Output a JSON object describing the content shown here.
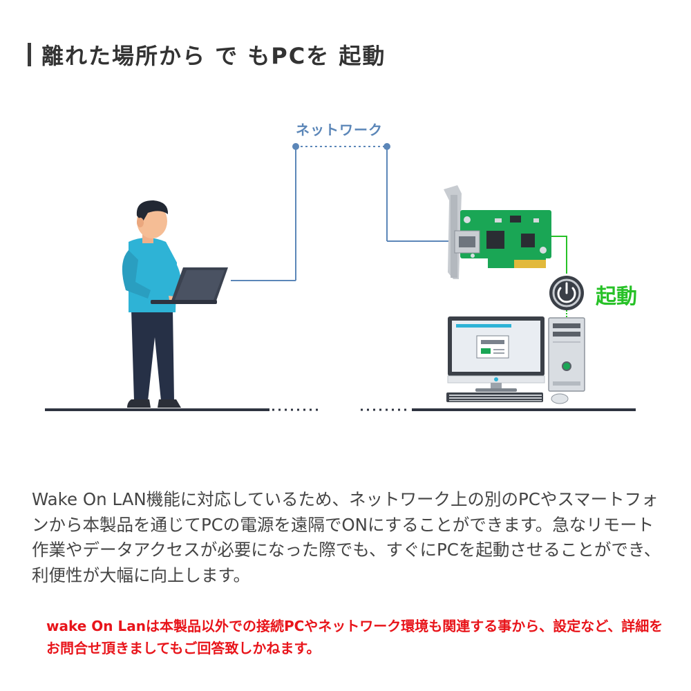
{
  "title": "離れた場所から で もPCを 起動",
  "diagram": {
    "network_label": "ネットワーク",
    "boot_label": "起動"
  },
  "description": "Wake On LAN機能に対応しているため、ネットワーク上の別のPCやスマートフォンから本製品を通じてPCの電源を遠隔でONにすることができます。急なリモート作業やデータアクセスが必要になった際でも、すぐにPCを起動させることができ、利便性が大幅に向上します。",
  "note": "wake On Lanは本製品以外での接続PCやネットワーク環境も関連する事から、設定など、詳細をお問合せ頂きましてもご回答致しかねます。",
  "colors": {
    "network_line": "#5b86b8",
    "boot_green": "#27c127",
    "note_red": "#e8141a",
    "pcb_green": "#1aa655",
    "shirt": "#2eb3d6"
  }
}
